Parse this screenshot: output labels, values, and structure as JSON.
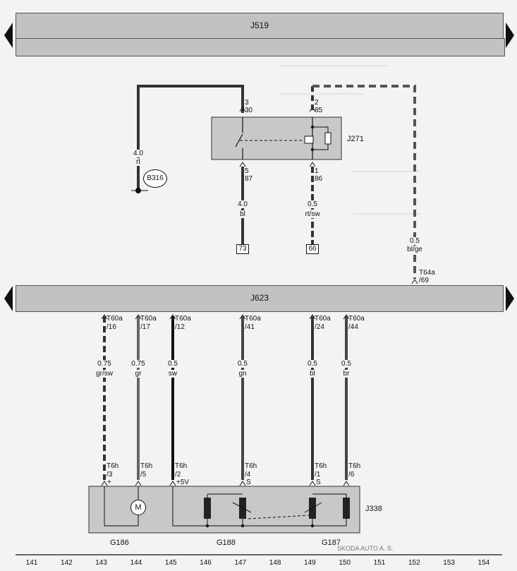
{
  "control_units": {
    "top_label": "J519",
    "mid_label": "J623",
    "relay_label": "J271",
    "sensor_label": "J338"
  },
  "relay_pins": {
    "p3": "3",
    "p30": "30",
    "p2": "2",
    "p85": "85",
    "p5": "5",
    "p87": "87",
    "p1": "1",
    "p86": "86"
  },
  "wires": {
    "rt_size": "4.0",
    "rt_color": "rt",
    "bl4_size": "4.0",
    "bl4_color": "bl",
    "rtsw_size": "0.5",
    "rtsw_color": "rt/sw",
    "blge_size": "0.5",
    "blge_color": "bl/ge"
  },
  "ground": "B316",
  "refs": {
    "ref73": "73",
    "ref66": "66"
  },
  "t64a": {
    "name": "T64a",
    "pin": "/69"
  },
  "t60a": [
    {
      "name": "T60a",
      "pin": "/16",
      "size": "0.75",
      "color": "gr/sw"
    },
    {
      "name": "T60a",
      "pin": "/17",
      "size": "0.75",
      "color": "gr"
    },
    {
      "name": "T60a",
      "pin": "/12",
      "size": "0.5",
      "color": "sw"
    },
    {
      "name": "T60a",
      "pin": "/41",
      "size": "0.5",
      "color": "gn"
    },
    {
      "name": "T60a",
      "pin": "/24",
      "size": "0.5",
      "color": "bl"
    },
    {
      "name": "T60a",
      "pin": "/44",
      "size": "0.5",
      "color": "br"
    }
  ],
  "t6h": [
    {
      "name": "T6h",
      "pin": "/3",
      "sign": "+"
    },
    {
      "name": "T6h",
      "pin": "/5",
      "sign": ""
    },
    {
      "name": "T6h",
      "pin": "/2",
      "sign": "+5V"
    },
    {
      "name": "T6h",
      "pin": "/4",
      "sign": "S"
    },
    {
      "name": "T6h",
      "pin": "/1",
      "sign": "S"
    },
    {
      "name": "T6h",
      "pin": "/6",
      "sign": ""
    }
  ],
  "motor_symbol": "M",
  "components": {
    "g186": "G186",
    "g188": "G188",
    "g187": "G187"
  },
  "watermark": "SKODA AUTO A. S.",
  "grid_numbers": [
    "141",
    "142",
    "143",
    "144",
    "145",
    "146",
    "147",
    "148",
    "149",
    "150",
    "151",
    "152",
    "153",
    "154"
  ]
}
